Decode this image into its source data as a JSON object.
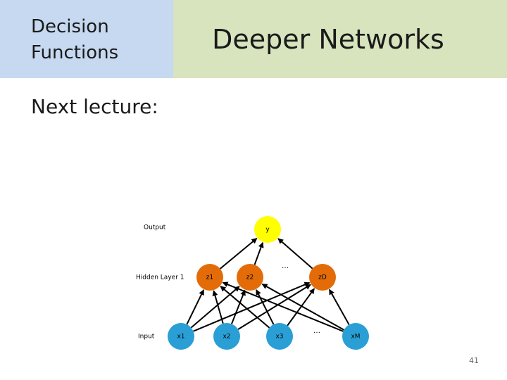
{
  "header": {
    "section": "Decision\nFunctions",
    "title": "Deeper Networks"
  },
  "subtitle": "Next lecture:",
  "diagram": {
    "layer_labels": [
      "Output",
      "Hidden Layer 1",
      "Input"
    ],
    "output": "y",
    "hidden": [
      "z1",
      "z2",
      "…",
      "zD"
    ],
    "inputs": [
      "x1",
      "x2",
      "x3",
      "…",
      "xM"
    ],
    "colors": {
      "output": "#ffff00",
      "hidden": "#e36c09",
      "input": "#2a9fd6",
      "edge": "#000000"
    }
  },
  "page_number": "41"
}
